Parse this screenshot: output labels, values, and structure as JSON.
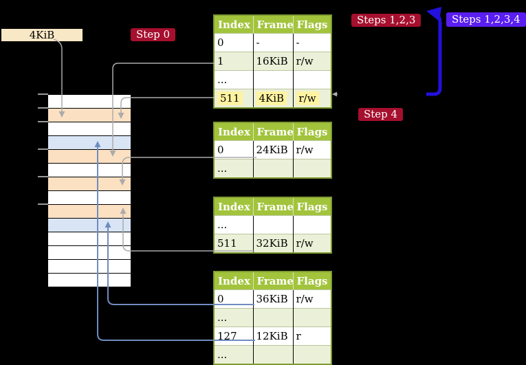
{
  "labels": {
    "page_size_label": "4KiB",
    "step0": "Step 0",
    "steps123": "Steps 1,2,3",
    "steps1234": "Steps 1,2,3,4",
    "step4": "Step 4"
  },
  "colors": {
    "table_header_bg": "#A2C43C",
    "table_border": "#7E9A32",
    "row_alt_bg": "#EBF0D8",
    "highlight_yellow": "#FFF3A1",
    "badge_red": "#A60F2E",
    "badge_blue": "#5A1EF0",
    "label_box_bg": "#F9E8C6",
    "frame_orange": "#FCE0C2",
    "frame_blue": "#D9E5F5",
    "connector_gray": "#ABABAB",
    "connector_steel": "#6E8CC0",
    "big_arrow_blue": "#2211DD",
    "tick_gray": "#9A9A9A"
  },
  "tables": [
    {
      "id": "table-l4",
      "name": "page-table-level4",
      "columns": [
        "Index",
        "Frame",
        "Flags"
      ],
      "rows": [
        {
          "cells": [
            "0",
            "-",
            "-"
          ],
          "shaded": false,
          "highlight": false
        },
        {
          "cells": [
            "1",
            "16KiB",
            "r/w"
          ],
          "shaded": true,
          "highlight": false
        },
        {
          "cells": [
            "...",
            "",
            ""
          ],
          "shaded": false,
          "highlight": false
        },
        {
          "cells": [
            "511",
            "4KiB",
            "r/w"
          ],
          "shaded": true,
          "highlight": true
        }
      ]
    },
    {
      "id": "table-l3",
      "name": "page-table-level3",
      "columns": [
        "Index",
        "Frame",
        "Flags"
      ],
      "rows": [
        {
          "cells": [
            "0",
            "24KiB",
            "r/w"
          ],
          "shaded": false,
          "highlight": false
        },
        {
          "cells": [
            "...",
            "",
            ""
          ],
          "shaded": true,
          "highlight": false
        }
      ]
    },
    {
      "id": "table-l2",
      "name": "page-table-level2",
      "columns": [
        "Index",
        "Frame",
        "Flags"
      ],
      "rows": [
        {
          "cells": [
            "...",
            "",
            ""
          ],
          "shaded": false,
          "highlight": false
        },
        {
          "cells": [
            "511",
            "32KiB",
            "r/w"
          ],
          "shaded": true,
          "highlight": false
        }
      ]
    },
    {
      "id": "table-l1",
      "name": "page-table-level1",
      "columns": [
        "Index",
        "Frame",
        "Flags"
      ],
      "rows": [
        {
          "cells": [
            "0",
            "36KiB",
            "r/w"
          ],
          "shaded": false,
          "highlight": false
        },
        {
          "cells": [
            "...",
            "",
            ""
          ],
          "shaded": true,
          "highlight": false
        },
        {
          "cells": [
            "127",
            "12KiB",
            "r"
          ],
          "shaded": false,
          "highlight": false
        },
        {
          "cells": [
            "...",
            "",
            ""
          ],
          "shaded": true,
          "highlight": false
        }
      ]
    }
  ],
  "memory_strip": {
    "rows": [
      "free",
      "table",
      "free",
      "mapped",
      "table",
      "free",
      "table",
      "free",
      "table",
      "mapped",
      "free",
      "free",
      "free",
      "free"
    ],
    "tick_row_indices": [
      0,
      1,
      2,
      4,
      6,
      8
    ]
  }
}
